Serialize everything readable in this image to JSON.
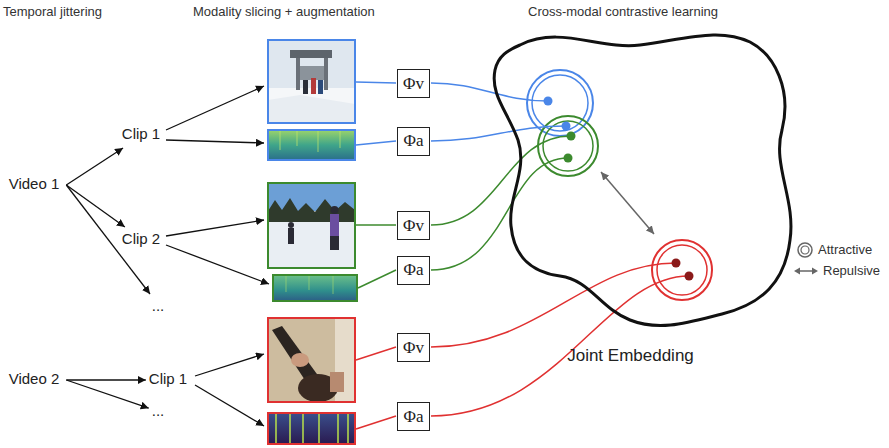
{
  "diagram": {
    "nodes": [
      {
        "text": [
          "Video 1"
        ]
      },
      {
        "text": [
          "Clip 1"
        ]
      },
      {
        "text": [
          "Clip 2"
        ]
      },
      {
        "text": [
          "..."
        ]
      },
      {
        "text": [
          "Video 2"
        ]
      },
      {
        "text": [
          "Clip 1"
        ]
      },
      {
        "text": [
          "..."
        ]
      },
      {
        "text": [
          "Φv"
        ]
      },
      {
        "text": [
          "Φa"
        ]
      },
      {
        "text": [
          "Φv"
        ]
      },
      {
        "text": [
          "Φa"
        ]
      },
      {
        "text": [
          "Φv"
        ]
      },
      {
        "text": [
          "Φa"
        ]
      },
      {
        "text": [
          "Joint Embedding"
        ]
      }
    ],
    "edges": [
      {
        "from": 0,
        "to": 1,
        "arrow": "to"
      },
      {
        "from": 0,
        "to": 2,
        "arrow": "to"
      },
      {
        "from": 0,
        "to": 3,
        "arrow": "to"
      },
      {
        "from": 4,
        "to": 5,
        "arrow": "to"
      },
      {
        "from": 4,
        "to": 6,
        "arrow": "to"
      }
    ],
    "labels": [
      "Temporal jittering",
      "Modality slicing + augmentation",
      "Cross-modal contrastive learning"
    ],
    "legend": [
      {
        "text": "Attractive"
      },
      {
        "text": "Repulsive"
      }
    ]
  }
}
